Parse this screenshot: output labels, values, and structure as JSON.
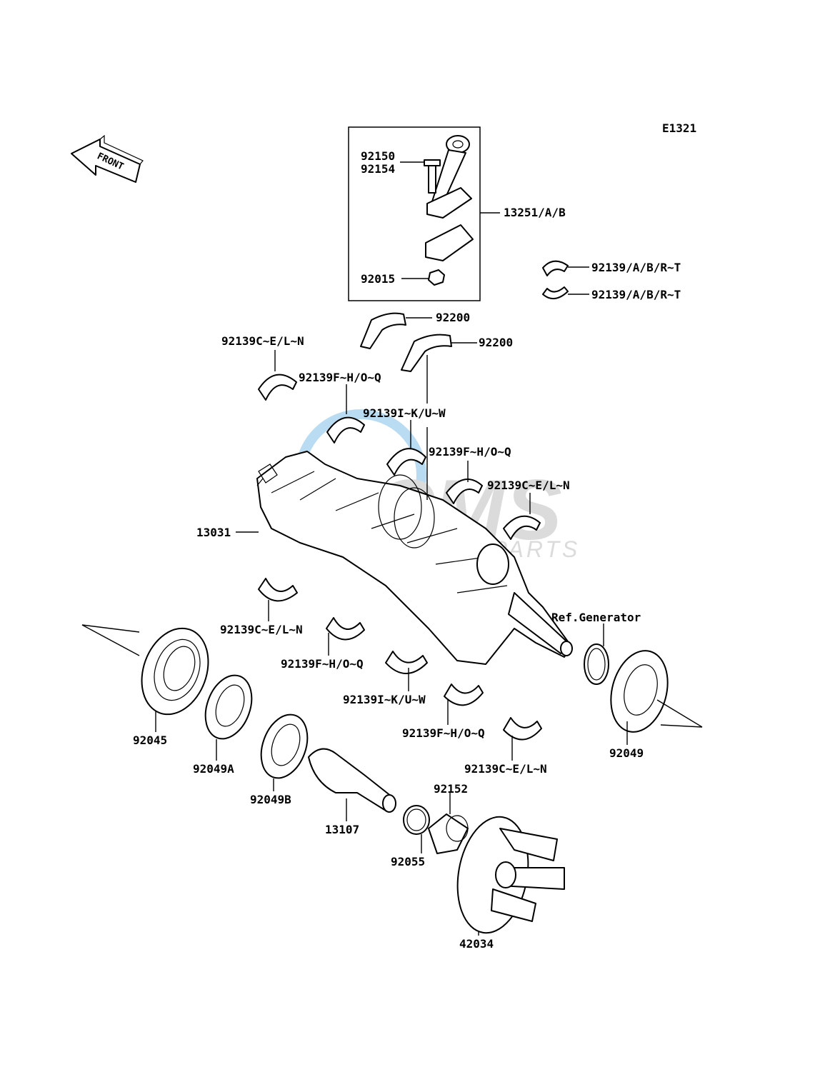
{
  "diagram_code": "E1321",
  "front_label": "FRONT",
  "watermark": {
    "brand": "CMS",
    "sub": "MOTORPARTS",
    "color": "#3a9bd9"
  },
  "labels": {
    "l92150": "92150",
    "l92154": "92154",
    "l13251": "13251/A/B",
    "l92015": "92015",
    "l92139_top1": "92139/A/B/R~T",
    "l92139_top2": "92139/A/B/R~T",
    "l92200_a": "92200",
    "l92200_b": "92200",
    "l92139CEN_1": "92139C~E/L~N",
    "l92139FHQ_1": "92139F~H/O~Q",
    "l92139IKW_1": "92139I~K/U~W",
    "l92139FHQ_2": "92139F~H/O~Q",
    "l92139CEN_2": "92139C~E/L~N",
    "l13031": "13031",
    "l92139CEN_3": "92139C~E/L~N",
    "l92139FHQ_3": "92139F~H/O~Q",
    "l92139IKW_2": "92139I~K/U~W",
    "l92139FHQ_4": "92139F~H/O~Q",
    "l92139CEN_4": "92139C~E/L~N",
    "lRefGen": "Ref.Generator",
    "l92045": "92045",
    "l92049A": "92049A",
    "l92049B": "92049B",
    "l13107": "13107",
    "l92152": "92152",
    "l92055": "92055",
    "l42034": "42034",
    "l92049": "92049"
  }
}
